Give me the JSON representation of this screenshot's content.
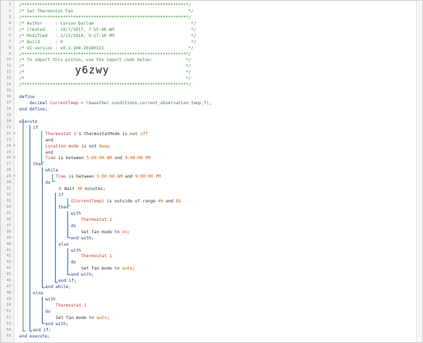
{
  "header": {
    "border": "/*****************************************************************/",
    "title": "/* Set Thermostat Fan                                             */",
    "author": "/* Author     : Carson Dallum                                      */",
    "created": "/* Created    : 10/7/2017, 7:55:48 AM                              */",
    "modified": "/* Modified   : 3/13/2018, 9:17:10 PM                              */",
    "build": "/* Build      : 9                                                  */",
    "ui_version": "/* UI version : v0.3.104.20180323                                 */",
    "import_label": "/* To import this piston, use the import code below:             */",
    "blank": "/*                                                               */",
    "import_code": "y6zwy"
  },
  "lines": [
    {
      "n": "1"
    },
    {
      "n": "2"
    },
    {
      "n": "3"
    },
    {
      "n": "4"
    },
    {
      "n": "5"
    },
    {
      "n": "6"
    },
    {
      "n": "7"
    },
    {
      "n": "8"
    },
    {
      "n": "9"
    },
    {
      "n": "10"
    },
    {
      "n": "11"
    },
    {
      "n": "12"
    },
    {
      "n": "13"
    },
    {
      "n": "14"
    },
    {
      "n": "15"
    },
    {
      "n": "16"
    },
    {
      "n": "17"
    },
    {
      "n": "18"
    },
    {
      "n": "19"
    },
    {
      "n": "20"
    },
    {
      "n": "21"
    },
    {
      "n": "22"
    },
    {
      "n": "23"
    },
    {
      "n": "24"
    },
    {
      "n": "25"
    },
    {
      "n": "26"
    },
    {
      "n": "27"
    },
    {
      "n": "28"
    },
    {
      "n": "29"
    },
    {
      "n": "30"
    },
    {
      "n": "31"
    },
    {
      "n": "32"
    },
    {
      "n": "33"
    },
    {
      "n": "34"
    },
    {
      "n": "35"
    },
    {
      "n": "36"
    },
    {
      "n": "37"
    },
    {
      "n": "38"
    },
    {
      "n": "39"
    },
    {
      "n": "40"
    },
    {
      "n": "41"
    },
    {
      "n": "42"
    },
    {
      "n": "43"
    },
    {
      "n": "44"
    },
    {
      "n": "45"
    },
    {
      "n": "46"
    },
    {
      "n": "47"
    },
    {
      "n": "48"
    },
    {
      "n": "49"
    },
    {
      "n": "50"
    },
    {
      "n": "51"
    },
    {
      "n": "52"
    },
    {
      "n": "53"
    },
    {
      "n": "54"
    },
    {
      "n": "55"
    }
  ],
  "code": {
    "define": "define",
    "decimal": "decimal",
    "current_temp_var": "CurrentTemp",
    "define_expr": " = ($weather.conditions.current_observation.temp_f);",
    "end_define": "end define;",
    "execute": "execute",
    "if": "if",
    "thermostat_1": "Thermostat 1",
    "thermostat_mode_cond": "'s thermostatMode is not ",
    "off": "off",
    "and": "and",
    "location_mode": "Location mode",
    "is_not": " is not ",
    "away": "Away",
    "time": "Time",
    "is_between": " is between ",
    "t_start": "5:00:00 AM",
    "and_sp": " and ",
    "t_end": "9:00:00 PM",
    "then": "then",
    "while": "while",
    "do": "do",
    "wait_icon": "⏲",
    "wait": " Wait ",
    "wait_n": "30",
    "minutes": " minutes;",
    "current_temp_expr": "{CurrentTemp}",
    "outside_range": " is outside of range ",
    "r_low": "40",
    "r_high": "85",
    "with": "with",
    "set_fan_on_pre": "Set fan mode to ",
    "on": "on",
    "auto": "auto",
    "semicolon": ";",
    "end_with": "end with;",
    "else": "else",
    "end_if": "end if;",
    "end_while": "end while;",
    "end_execute": "end execute;"
  },
  "markers": {
    "line22": "↯",
    "line24": "↯",
    "line26": "↯",
    "line29": "↯"
  },
  "colors": {
    "comment": "#3a8a3a",
    "keyword": "#1f3c88",
    "device": "#c0392b",
    "value": "#d35400"
  }
}
